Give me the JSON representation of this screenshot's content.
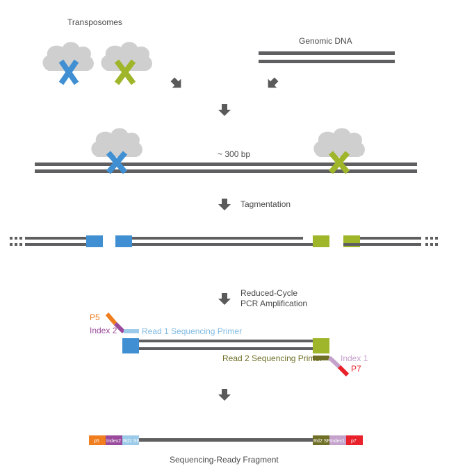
{
  "labels": {
    "transposomes": "Transposomes",
    "genomic_dna": "Genomic DNA",
    "bp": "~ 300 bp",
    "tagmentation": "Tagmentation",
    "pcr_line1": "Reduced-Cycle",
    "pcr_line2": "PCR Amplification",
    "p5": "P5",
    "index2": "Index 2",
    "read1": "Read 1 Sequencing Primer",
    "read2": "Read 2 Sequencing Primer",
    "index1": "Index 1",
    "p7": "P7",
    "final": "Sequencing-Ready Fragment"
  },
  "fragment_segments": {
    "p5": "p5",
    "index2": "Index2",
    "rd1": "Rd1 SP",
    "rd2": "Rd2 SP",
    "index1": "Index1",
    "p7": "p7"
  },
  "colors": {
    "dna": "#5f5f61",
    "blob": "#cfcfd0",
    "blue": "#3f8fd2",
    "green": "#9fb52a",
    "orange": "#f07d1e",
    "purple": "#9a4a9c",
    "light_blue": "#9ccbea",
    "olive": "#6f6f26",
    "lavender": "#c4a2cc",
    "red": "#e8212b",
    "arrow": "#5a5a5a",
    "text": "#4a4a4a"
  }
}
